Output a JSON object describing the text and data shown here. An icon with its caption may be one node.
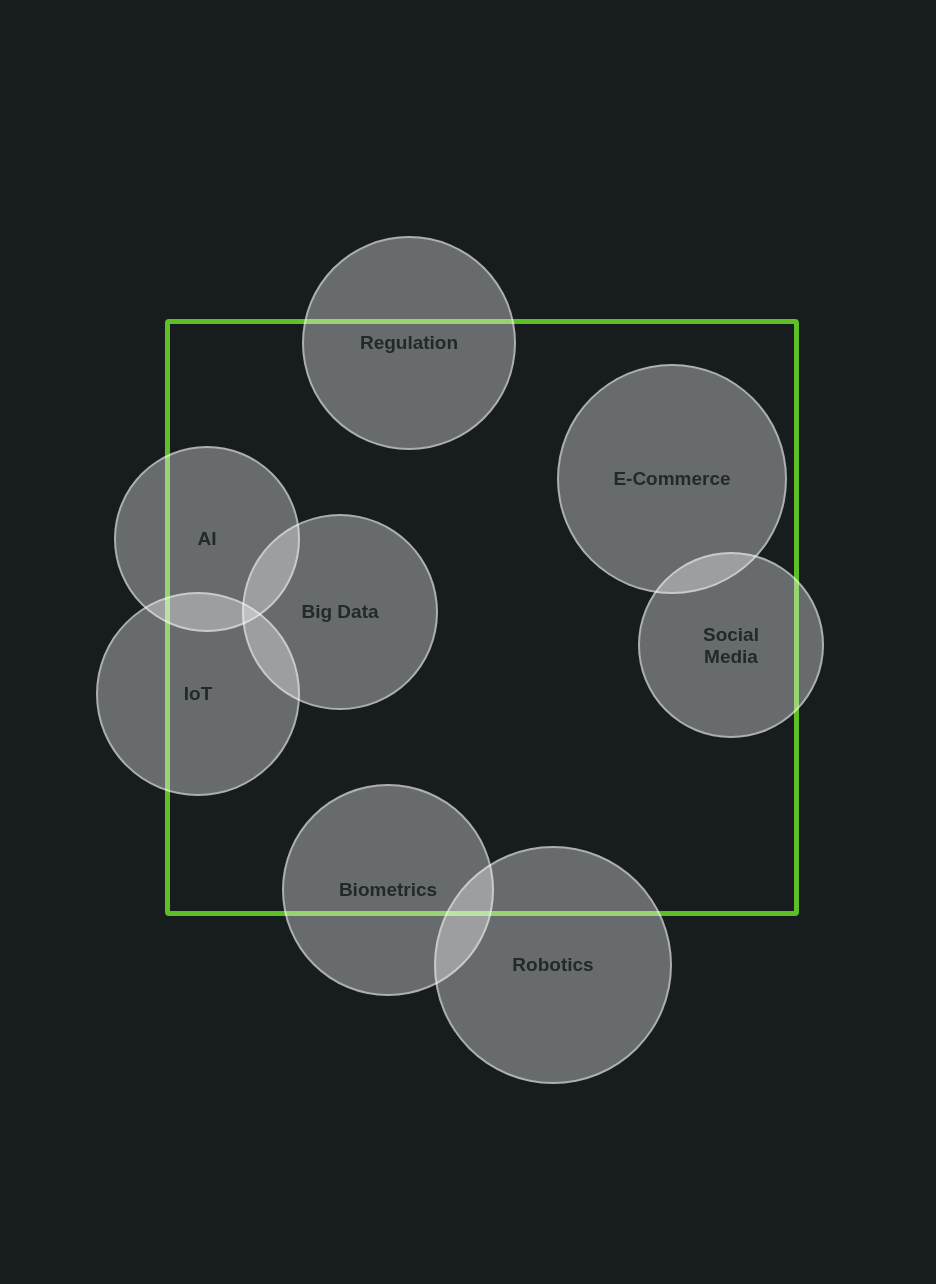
{
  "diagram": {
    "nodes": [
      {
        "text": [],
        "shape": "box"
      },
      {
        "text": [
          "Regulation"
        ]
      },
      {
        "text": [
          "E-Commerce"
        ],
        "in": 0
      },
      {
        "text": [
          "AI"
        ]
      },
      {
        "text": [
          "Big Data"
        ],
        "in": 0
      },
      {
        "text": [
          "Social Media"
        ]
      },
      {
        "text": [
          "IoT"
        ]
      },
      {
        "text": [
          "Biometrics"
        ]
      },
      {
        "text": [
          "Robotics"
        ]
      }
    ]
  }
}
